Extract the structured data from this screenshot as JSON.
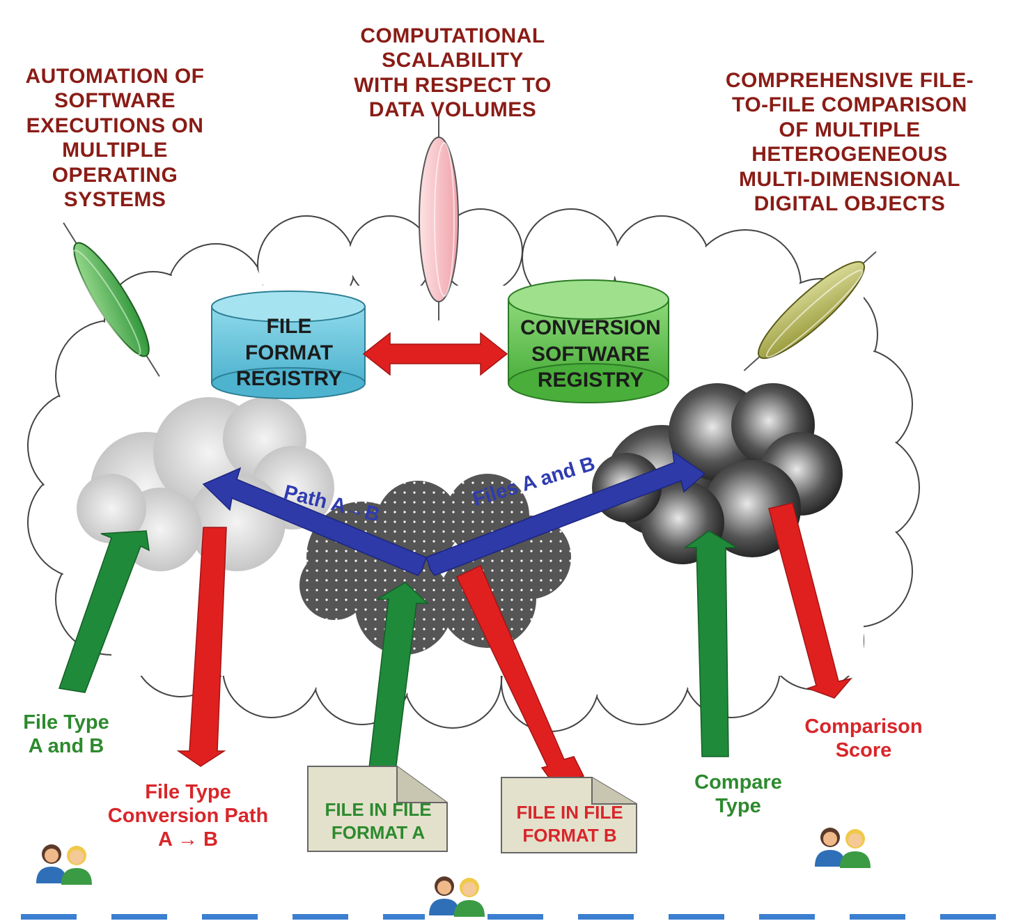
{
  "labels": {
    "automation": "AUTOMATION OF\nSOFTWARE\nEXECUTIONS ON\nMULTIPLE\nOPERATING\nSYSTEMS",
    "scalability": "COMPUTATIONAL\nSCALABILITY\nWITH RESPECT TO\nDATA VOLUMES",
    "comparison": "COMPREHENSIVE FILE-\nTO-FILE COMPARISON\nOF MULTIPLE\nHETEROGENEOUS\nMULTI-DIMENSIONAL\nDIGITAL OBJECTS"
  },
  "registries": {
    "file_format": "FILE\nFORMAT\nREGISTRY",
    "conversion_software": "CONVERSION\nSOFTWARE\nREGISTRY"
  },
  "flows": {
    "path": "Path A→B",
    "files": "Files A and B",
    "file_type_ab": "File Type\nA and B",
    "conversion_path": "File Type\nConversion Path\nA →  B",
    "compare_type": "Compare\nType",
    "comparison_score": "Comparison\nScore"
  },
  "documents": {
    "format_a": "FILE IN FILE\nFORMAT A",
    "format_b": "FILE IN FILE\nFORMAT B"
  },
  "colors": {
    "label_dark_red": "#8a1c16",
    "label_green": "#2d8a2e",
    "label_red": "#d8262a",
    "label_blue": "#2f3bb0",
    "cylinder_blue": "#5cc3dc",
    "cylinder_green": "#5fbf4a",
    "arrow_red": "#e0201f",
    "arrow_green": "#1f8a3a",
    "arrow_blue": "#2e3aa8"
  },
  "icons": [
    "users-icon",
    "users-icon",
    "users-icon"
  ]
}
